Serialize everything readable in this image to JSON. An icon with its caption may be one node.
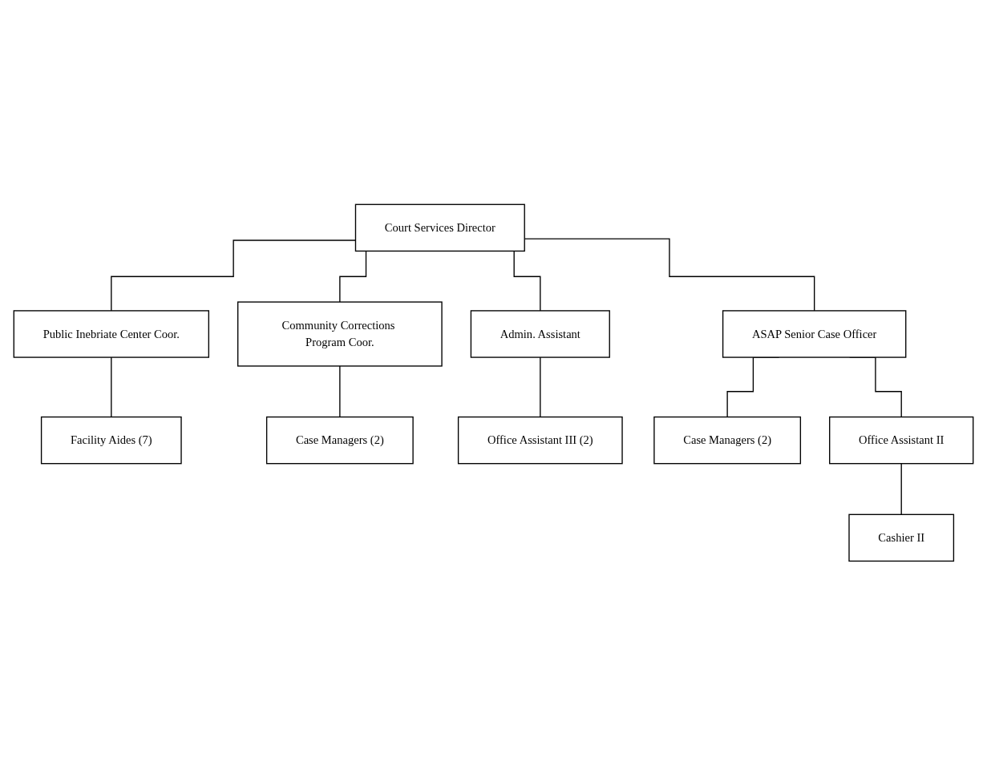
{
  "diagram": {
    "nodes": [
      {
        "text": [
          "Court Services Director"
        ]
      },
      {
        "text": [
          "Public Inebriate Center Coor."
        ]
      },
      {
        "text": [
          "Community Corrections Program Coor."
        ]
      },
      {
        "text": [
          "Admin. Assistant"
        ]
      },
      {
        "text": [
          "ASAP Senior Case Officer"
        ]
      },
      {
        "text": [
          "Facility Aides (7)"
        ]
      },
      {
        "text": [
          "Case Managers (2)"
        ]
      },
      {
        "text": [
          "Office Assistant III (2)"
        ]
      },
      {
        "text": [
          "Case Managers (2)"
        ]
      },
      {
        "text": [
          "Office Assistant II"
        ]
      },
      {
        "text": [
          "Cashier II"
        ]
      }
    ],
    "edges": [
      {
        "from": 0,
        "to": 1,
        "arrow": "none"
      },
      {
        "from": 0,
        "to": 2,
        "arrow": "none"
      },
      {
        "from": 0,
        "to": 3,
        "arrow": "none"
      },
      {
        "from": 0,
        "to": 4,
        "arrow": "none"
      },
      {
        "from": 1,
        "to": 5,
        "arrow": "none"
      },
      {
        "from": 2,
        "to": 6,
        "arrow": "none"
      },
      {
        "from": 3,
        "to": 7,
        "arrow": "none"
      },
      {
        "from": 4,
        "to": 8,
        "arrow": "none"
      },
      {
        "from": 4,
        "to": 9,
        "arrow": "none"
      },
      {
        "from": 9,
        "to": 10,
        "arrow": "none"
      }
    ]
  }
}
